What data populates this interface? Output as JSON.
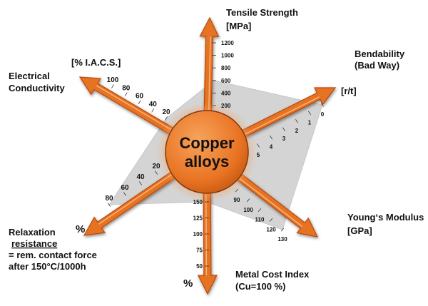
{
  "chart_data": {
    "type": "radar",
    "center_label": [
      "Copper",
      "alloys"
    ],
    "grid": false,
    "axes": [
      {
        "key": "tensile",
        "title": [
          "Tensile Strength",
          "[MPa]"
        ],
        "ticks": [
          "200",
          "400",
          "600",
          "800",
          "1000",
          "1200"
        ]
      },
      {
        "key": "bend",
        "title": [
          "Bendability",
          "(Bad Way)"
        ],
        "unit": "[r/t]",
        "ticks": [
          "0",
          "1",
          "2",
          "3",
          "4",
          "5"
        ]
      },
      {
        "key": "youngs",
        "title": [
          "Young‘s Modulus",
          "[GPa]"
        ],
        "ticks": [
          "90",
          "100",
          "110",
          "120",
          "130"
        ]
      },
      {
        "key": "cost",
        "title": [
          "Metal Cost Index",
          "(Cu=100 %)"
        ],
        "unit": "%",
        "ticks": [
          "50",
          "75",
          "100",
          "125",
          "150"
        ]
      },
      {
        "key": "relax",
        "title": [
          "Relaxation",
          "resistance",
          "= rem. contact force",
          "after 150°C/1000h"
        ],
        "unit": "%",
        "ticks": [
          "20",
          "40",
          "60",
          "80"
        ]
      },
      {
        "key": "conductivity",
        "title": [
          "Electrical",
          "Conductivity"
        ],
        "unit": "[% I.A.C.S.]",
        "ticks": [
          "20",
          "40",
          "60",
          "80",
          "100"
        ]
      }
    ],
    "series": [
      {
        "values": {
          "tensile": 600,
          "bend": 0,
          "youngs": 130,
          "cost": 150,
          "relax": 80,
          "conductivity": 20
        }
      }
    ],
    "colors": {
      "arrow": "#e67324",
      "arrow_dark": "#b84a0c",
      "center": "#ef7f2a",
      "polygon": "#b0b0b0"
    }
  }
}
